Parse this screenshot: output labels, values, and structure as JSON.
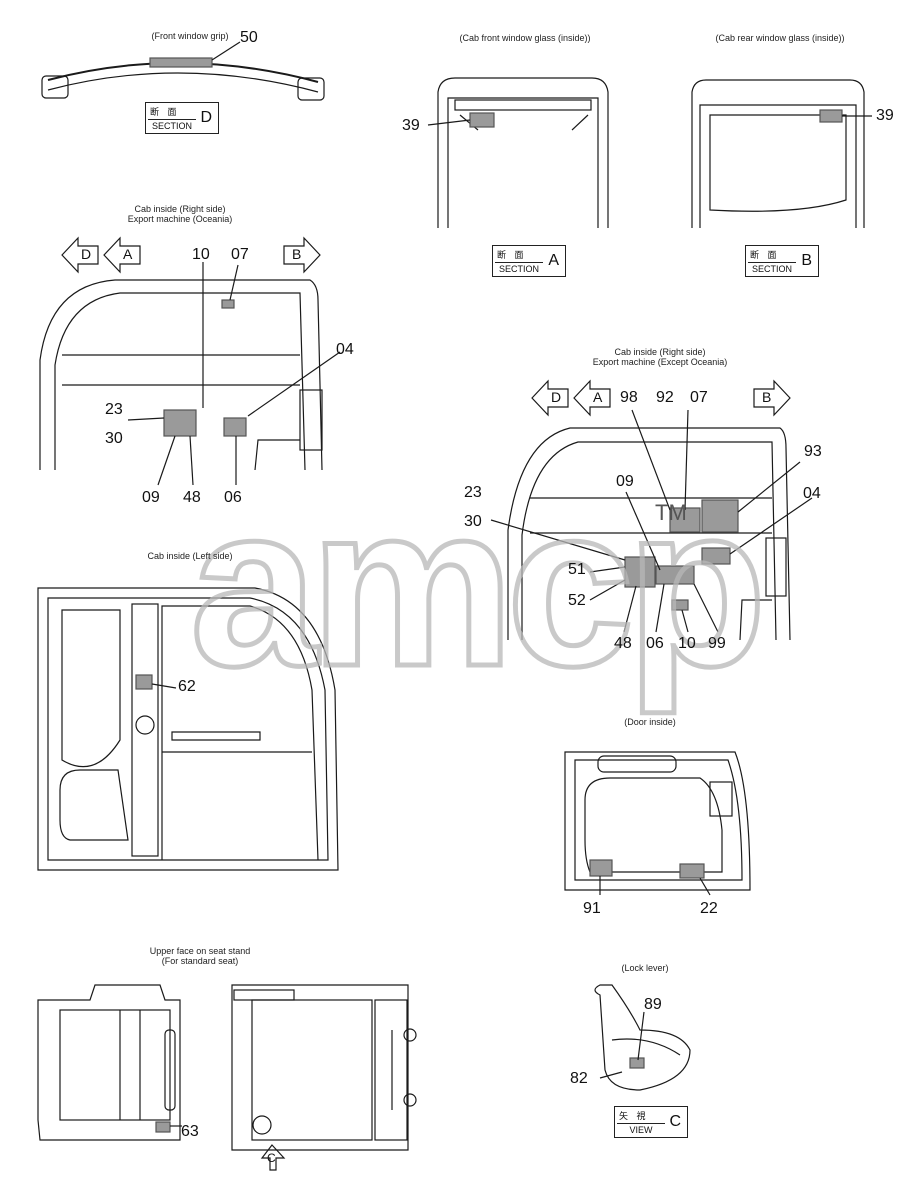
{
  "views": {
    "front_window_grip": "(Front window grip)",
    "cab_front_glass": "(Cab front window glass (inside))",
    "cab_rear_glass": "(Cab rear window glass (inside))",
    "cab_right_oceania_1": "Cab inside (Right side)",
    "cab_right_oceania_2": "Export machine (Oceania)",
    "cab_right_except_1": "Cab inside (Right side)",
    "cab_right_except_2": "Export machine (Except Oceania)",
    "cab_left": "Cab inside (Left side)",
    "door_inside": "(Door inside)",
    "seat_stand_1": "Upper face on seat stand",
    "seat_stand_2": "(For standard seat)",
    "lock_lever": "(Lock lever)"
  },
  "sections": {
    "jp": "断 面",
    "jp_view": "矢 視",
    "section_word": "SECTION",
    "view_word": "VIEW",
    "D": "D",
    "A": "A",
    "B": "B",
    "C": "C"
  },
  "arrows": {
    "D": "D",
    "A": "A",
    "B": "B",
    "C": "C"
  },
  "callouts": {
    "c50": "50",
    "c39a": "39",
    "c39b": "39",
    "r10": "10",
    "r07": "07",
    "r04": "04",
    "r23": "23",
    "r30": "30",
    "r09": "09",
    "r48": "48",
    "r06": "06",
    "e98": "98",
    "e92": "92",
    "e07": "07",
    "e93": "93",
    "e04": "04",
    "e09": "09",
    "e23": "23",
    "e30": "30",
    "e51": "51",
    "e52": "52",
    "e48": "48",
    "e06": "06",
    "e10": "10",
    "e99": "99",
    "l62": "62",
    "d91": "91",
    "d22": "22",
    "s63": "63",
    "k89": "89",
    "k82": "82"
  },
  "watermark": {
    "text": "amcp",
    "tm": "TM"
  },
  "colors": {
    "line": "#1a1a1a",
    "label_fill": "#9a9a9a",
    "watermark": "#b8b8b8"
  }
}
